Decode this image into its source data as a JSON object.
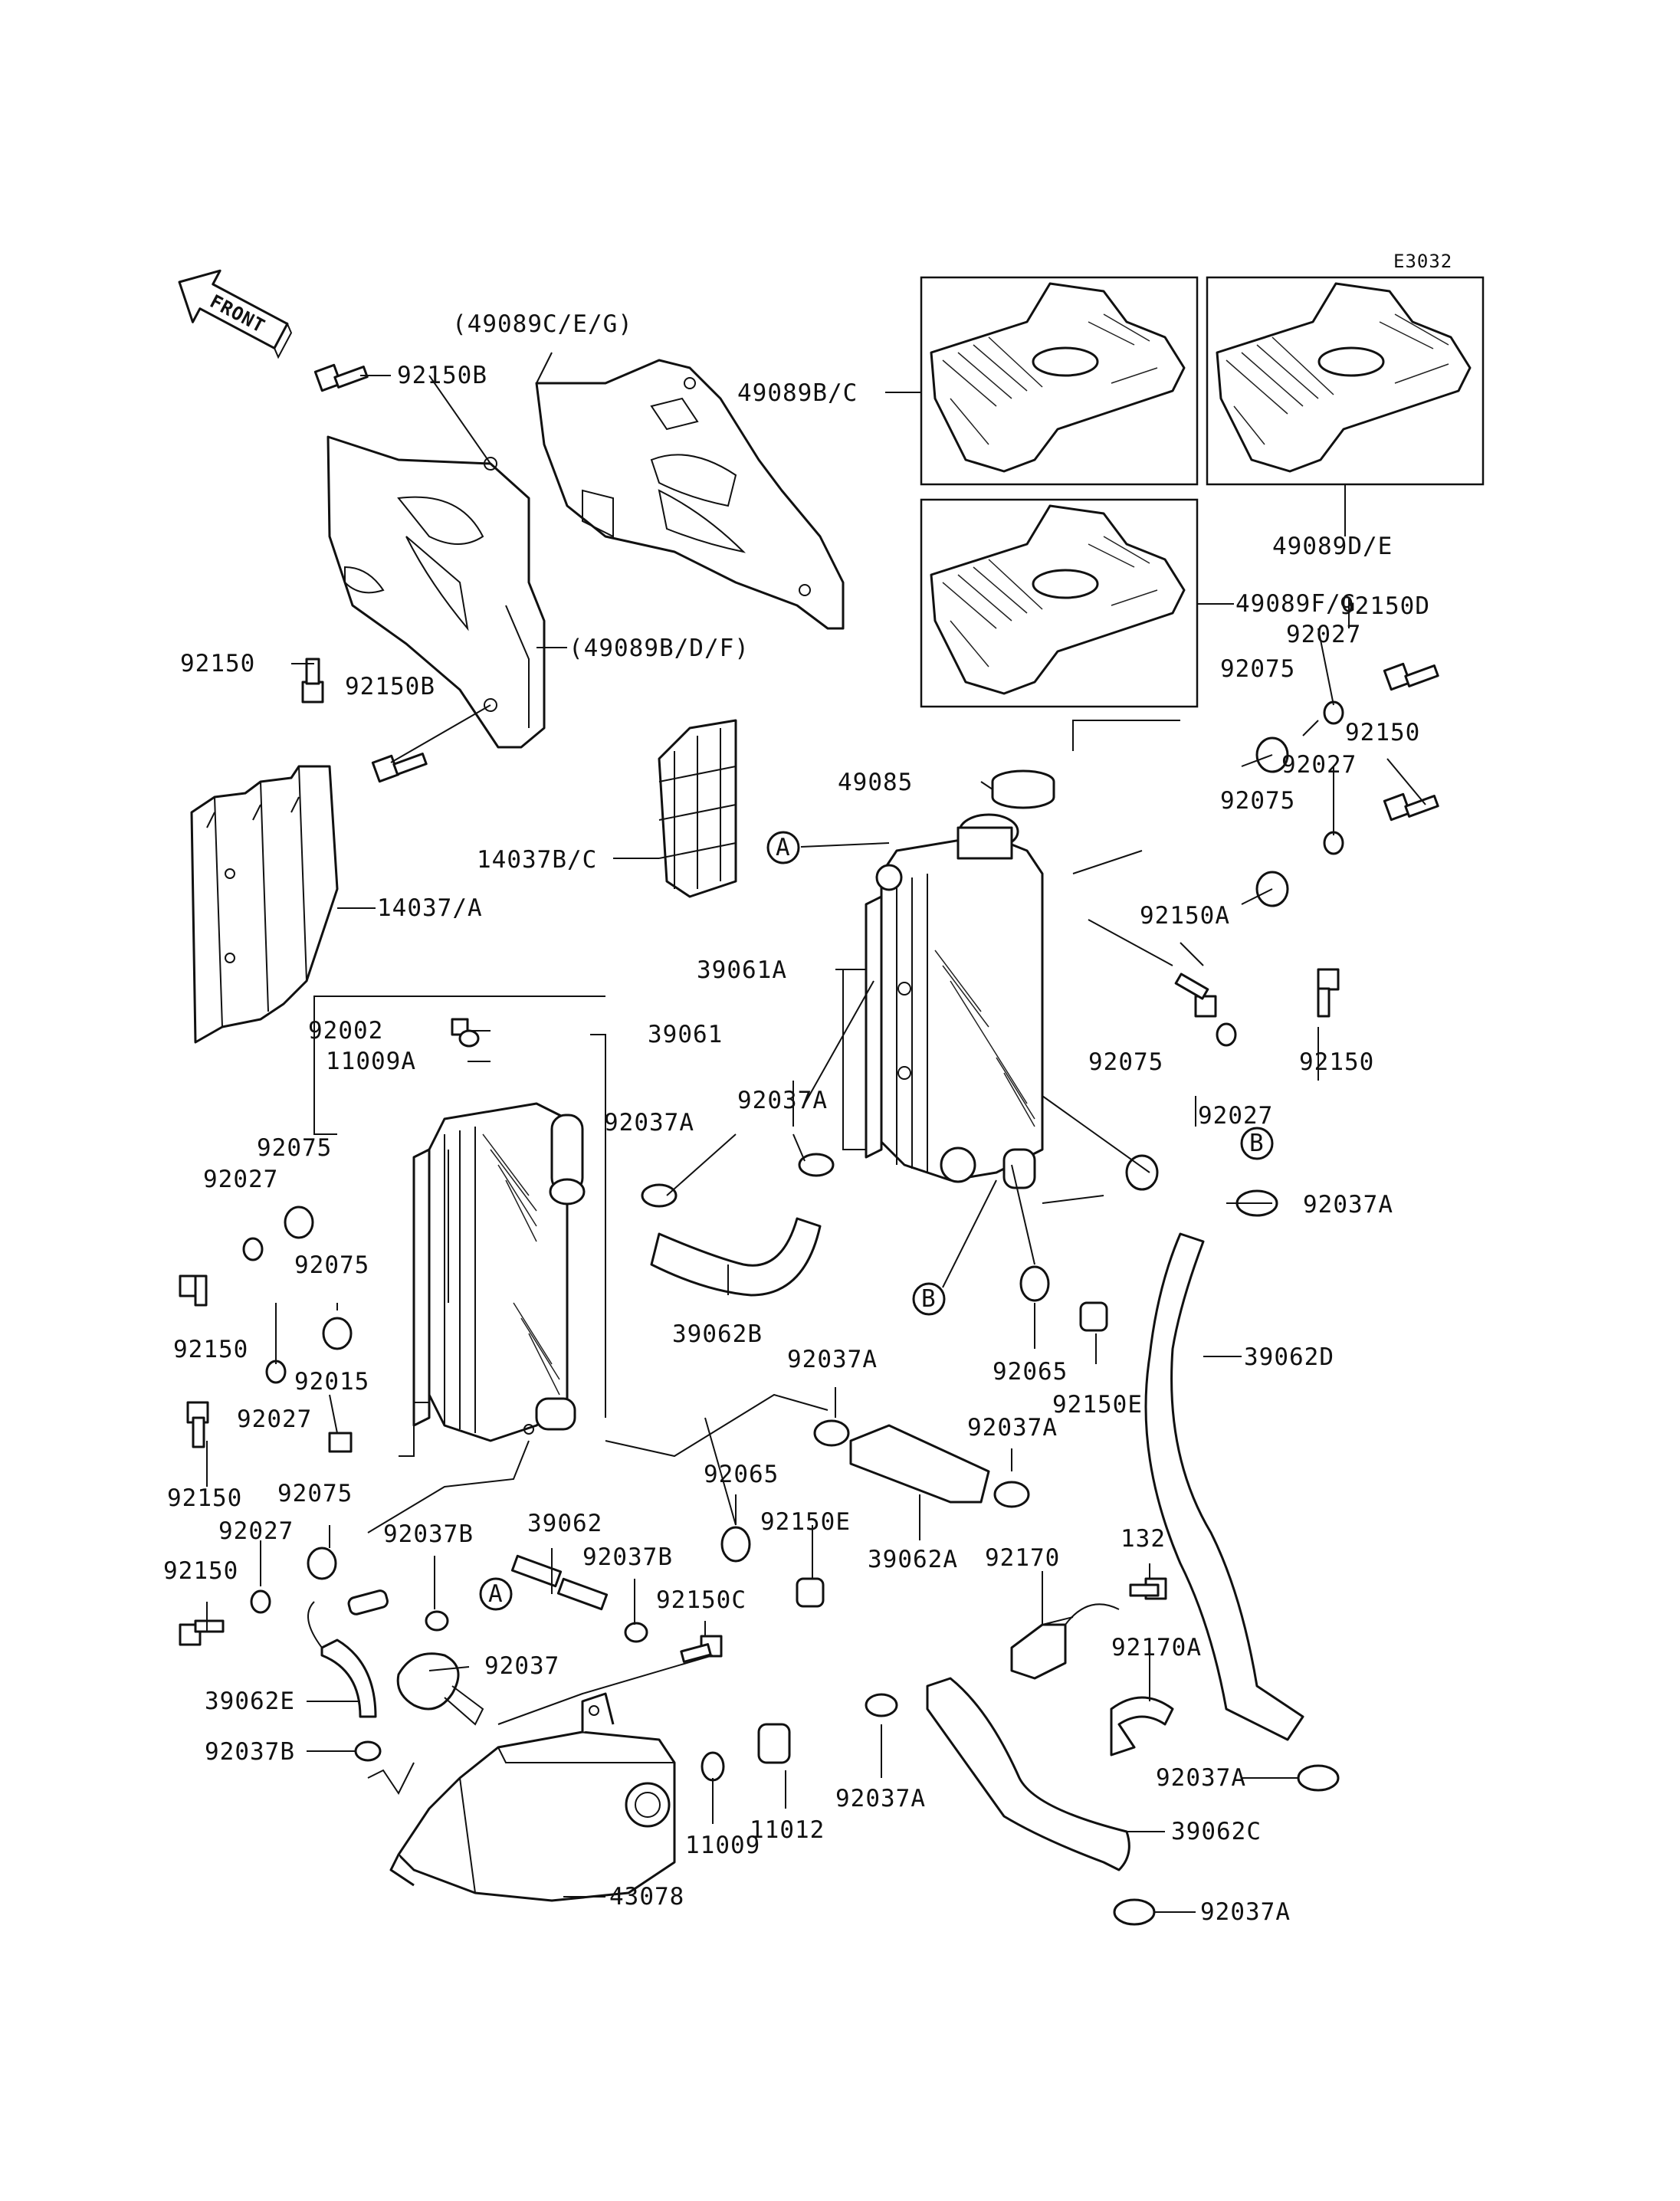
{
  "diagram_code": "E3032",
  "front_label": "FRONT",
  "callouts": {
    "A": "A",
    "B": "B"
  },
  "labels": {
    "l49089ceg": "(49089C/E/G)",
    "l49089bc": "49089B/C",
    "l92150b_top": "92150B",
    "l49089bdf": "(49089B/D/F)",
    "l92150_left": "92150",
    "l92150b_low": "92150B",
    "l49089de": "49089D/E",
    "l49089fg": "49089F/G",
    "l92150d": "92150D",
    "l92027_r1": "92027",
    "l92075_r1": "92075",
    "l92150_r1": "92150",
    "l92027_r2": "92027",
    "l49085": "49085",
    "l92075_r2": "92075",
    "l14037bc": "14037B/C",
    "l14037a": "14037/A",
    "l39061a": "39061A",
    "l92150a": "92150A",
    "l92002": "92002",
    "l11009a": "11009A",
    "l39061": "39061",
    "l92075_r3": "92075",
    "l92150_r2": "92150",
    "l92037a_1": "92037A",
    "l92037a_2": "92037A",
    "l92027_r3": "92027",
    "l92075_l1": "92075",
    "l92027_l1": "92027",
    "l92037a_b": "92037A",
    "l92075_l2": "92075",
    "l92150_l1": "92150",
    "l39062b": "39062B",
    "l92065_r": "92065",
    "l39062d": "39062D",
    "l92037a_3": "92037A",
    "l92015": "92015",
    "l92150e_r": "92150E",
    "l92027_l2": "92027",
    "l92037a_4": "92037A",
    "l92150_l2": "92150",
    "l92075_l3": "92075",
    "l92065_c": "92065",
    "l92027_l3": "92027",
    "l92037b_1": "92037B",
    "l39062": "39062",
    "l92037b_2": "92037B",
    "l92150e_c": "92150E",
    "l39062a": "39062A",
    "l92170": "92170",
    "l132": "132",
    "l92150_l3": "92150",
    "l92150c": "92150C",
    "l92170a": "92170A",
    "l92037": "92037",
    "l39062e": "39062E",
    "l92037b_3": "92037B",
    "l92037a_5": "92037A",
    "l92037a_6": "92037A",
    "l11012": "11012",
    "l39062c": "39062C",
    "l11009": "11009",
    "l43078": "43078",
    "l92037a_7": "92037A"
  }
}
